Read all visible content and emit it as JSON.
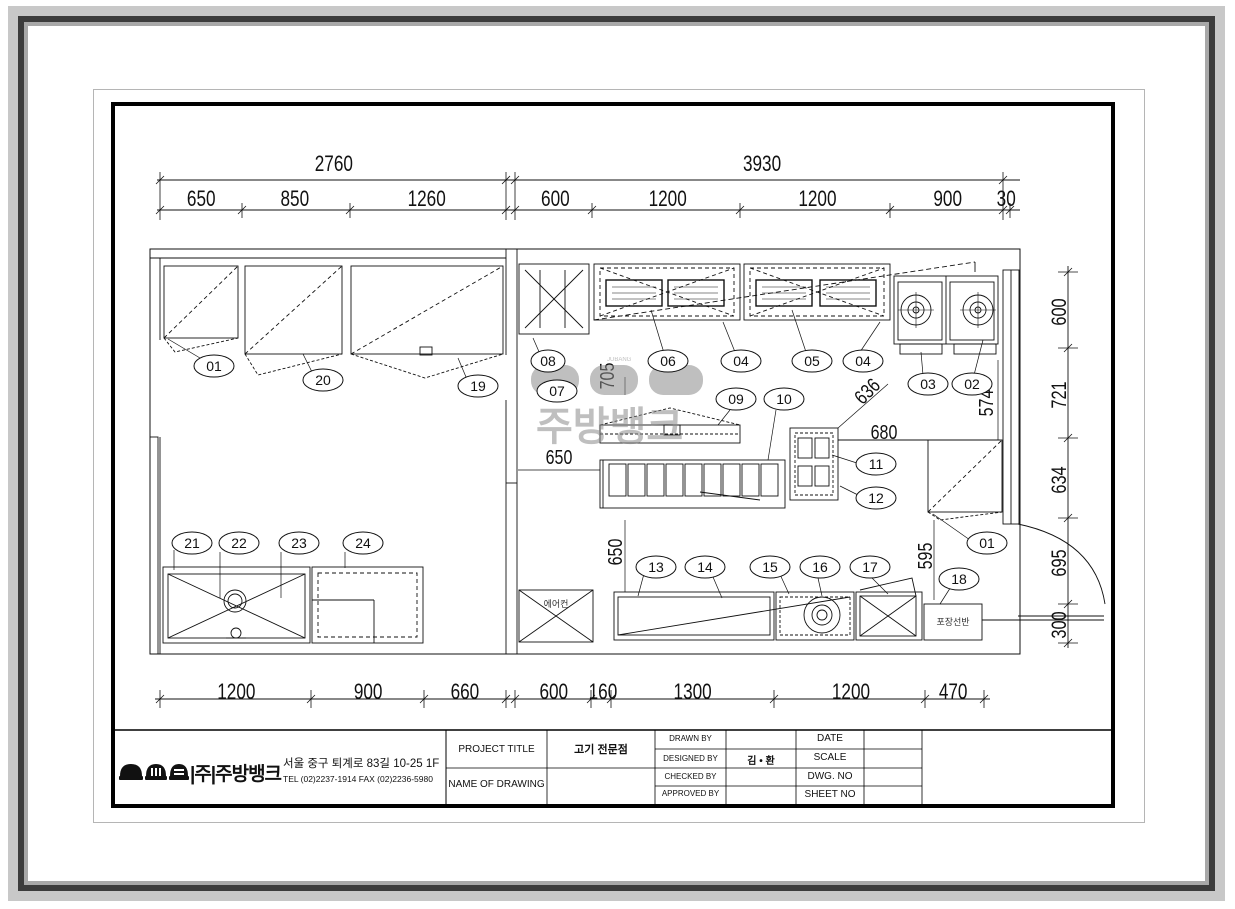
{
  "dims": {
    "top_overall": [
      "2760",
      "3930"
    ],
    "top_segments": [
      "650",
      "850",
      "1260",
      "600",
      "1200",
      "1200",
      "900",
      "30"
    ],
    "bottom_segments": [
      "1200",
      "900",
      "660",
      "600",
      "160",
      "1300",
      "1200",
      "470"
    ],
    "right_side": [
      "600",
      "721",
      "634",
      "695",
      "300"
    ],
    "interior": [
      "705",
      "636",
      "574",
      "680",
      "650",
      "650",
      "595"
    ]
  },
  "markers": [
    "01",
    "20",
    "19",
    "08",
    "07",
    "06",
    "04",
    "05",
    "04",
    "03",
    "02",
    "09",
    "10",
    "11",
    "12",
    "01",
    "21",
    "22",
    "23",
    "24",
    "13",
    "14",
    "15",
    "16",
    "17",
    "18"
  ],
  "room_labels": {
    "aircon": "에어컨",
    "packing_shelf": "포장선반"
  },
  "watermark": {
    "text": "주방뱅크",
    "small": "JUBANG"
  },
  "title_block": {
    "company_logo_text": "|주|주방뱅크",
    "address": "서울 중구 퇴계로 83길 10-25 1F",
    "tel": "TEL (02)2237-1914 FAX (02)2236-5980",
    "project_title_label": "PROJECT TITLE",
    "project_title_value": "고기 전문점",
    "name_of_drawing_label": "NAME OF DRAWING",
    "drawn_by_label": "DRAWN BY",
    "designed_by_label": "DESIGNED BY",
    "designed_by_value": "김 • 환",
    "checked_by_label": "CHECKED BY",
    "approved_by_label": "APPROVED BY",
    "date_label": "DATE",
    "scale_label": "SCALE",
    "dwg_no_label": "DWG. NO",
    "sheet_no_label": "SHEET NO"
  }
}
